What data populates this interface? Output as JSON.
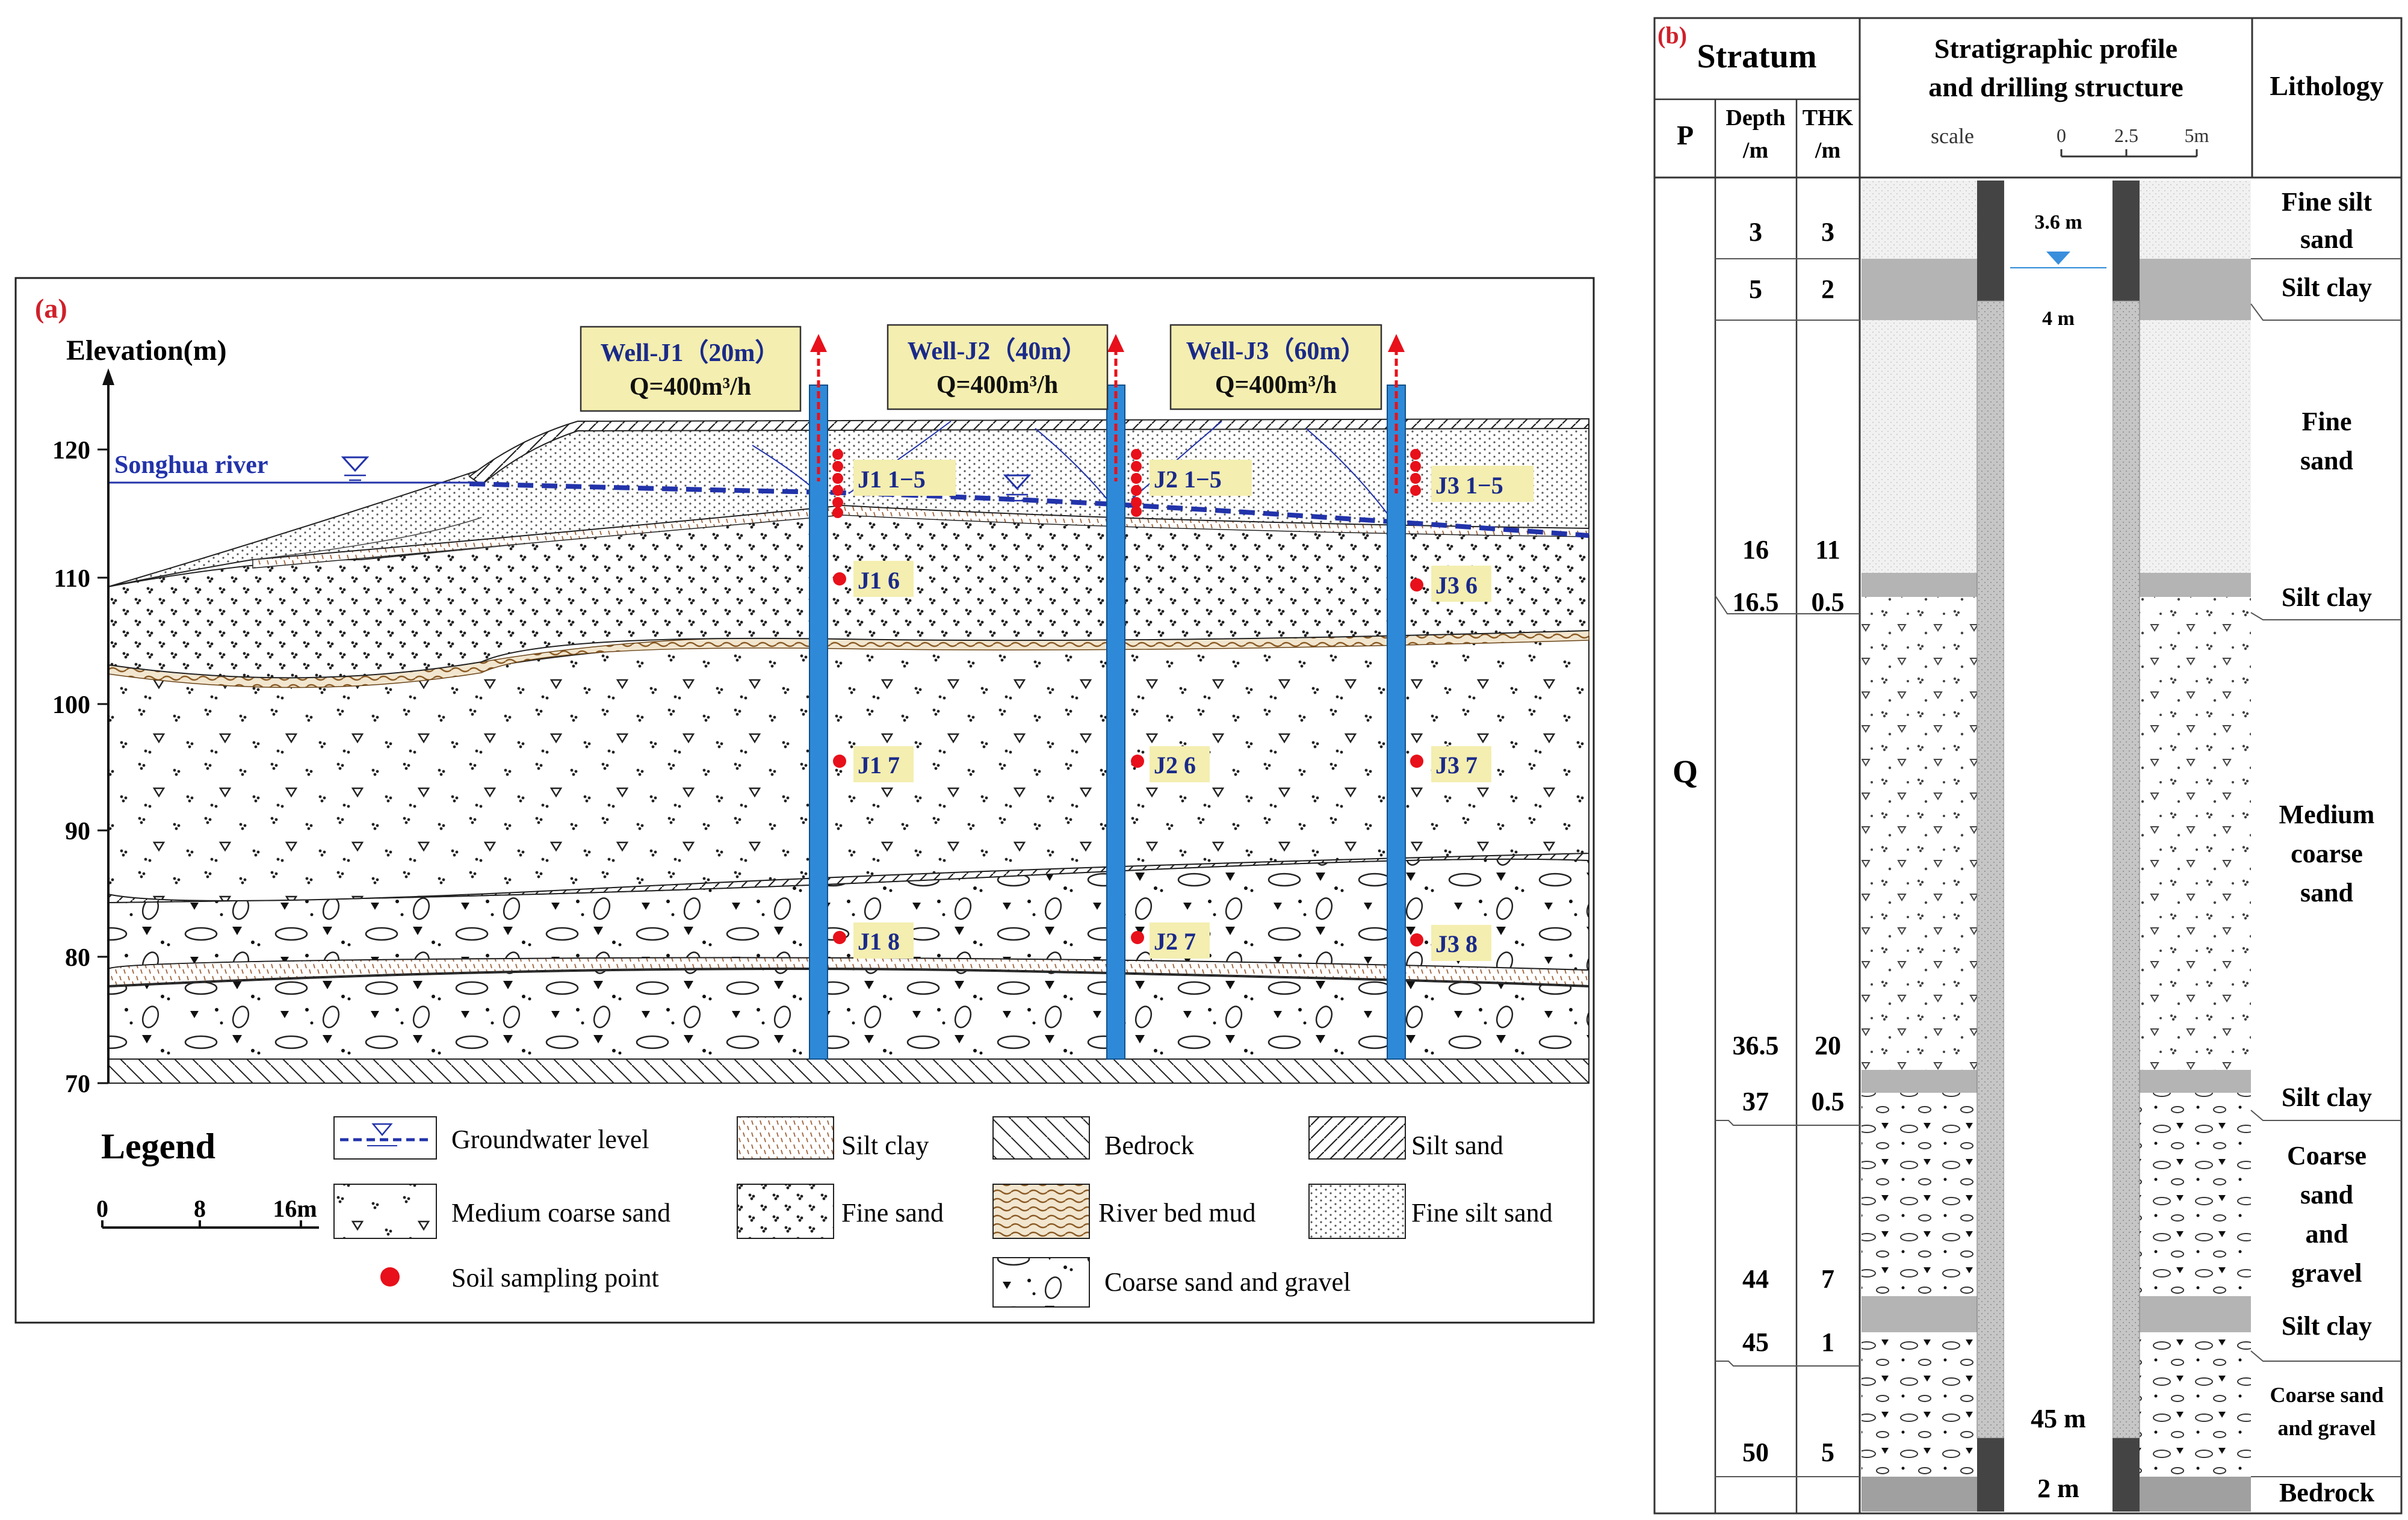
{
  "panel_a": {
    "panel_label": "(a)",
    "axis_title": "Elevation(m)",
    "y_ticks": [
      "120",
      "110",
      "100",
      "90",
      "80",
      "70"
    ],
    "river_label": "Songhua river",
    "wells": [
      {
        "name": "Well-J1（20m）",
        "flow": "Q=400m³/h"
      },
      {
        "name": "Well-J2（40m）",
        "flow": "Q=400m³/h"
      },
      {
        "name": "Well-J3（60m）",
        "flow": "Q=400m³/h"
      }
    ],
    "sample_labels": [
      "J1 1−5",
      "J1 6",
      "J1 7",
      "J1 8",
      "J2 1−5",
      "J2 6",
      "J2 7",
      "J3 1−5",
      "J3 6",
      "J3 7",
      "J3 8"
    ],
    "legend": {
      "title": "Legend",
      "scale_ticks": [
        "0",
        "8",
        "16m"
      ],
      "items": [
        {
          "key": "groundwater-level",
          "label": "Groundwater level"
        },
        {
          "key": "silt-clay",
          "label": "Silt clay"
        },
        {
          "key": "bedrock",
          "label": "Bedrock"
        },
        {
          "key": "silt-sand",
          "label": "Silt sand"
        },
        {
          "key": "medium-coarse-sand",
          "label": "Medium coarse sand"
        },
        {
          "key": "fine-sand",
          "label": "Fine  sand"
        },
        {
          "key": "river-bed-mud",
          "label": "River bed mud"
        },
        {
          "key": "fine-silt-sand",
          "label": "Fine silt sand"
        },
        {
          "key": "soil-sampling-point",
          "label": "Soil sampling point"
        },
        {
          "key": "coarse-sand-gravel",
          "label": "Coarse sand and gravel"
        }
      ]
    }
  },
  "panel_b": {
    "panel_label": "(b)",
    "header": {
      "stratum": "Stratum",
      "p": "P",
      "depth": "Depth",
      "depth_unit": "/m",
      "thk": "THK",
      "thk_unit": "/m",
      "profile": [
        "Stratigraphic profile",
        "and drilling structure"
      ],
      "lithology": "Lithology",
      "scale_label": "scale",
      "scale_ticks": [
        "0",
        "2.5",
        "5m"
      ]
    },
    "period": "Q",
    "layers": [
      {
        "depth": "3",
        "thk": "3",
        "lith": [
          "Fine silt",
          "sand"
        ]
      },
      {
        "depth": "5",
        "thk": "2",
        "lith": [
          "Silt clay"
        ]
      },
      {
        "depth": "16",
        "thk": "11",
        "lith": [
          "Fine",
          "sand"
        ]
      },
      {
        "depth": "16.5",
        "thk": "0.5",
        "lith": [
          "Silt clay"
        ]
      },
      {
        "depth": "36.5",
        "thk": "20",
        "lith": [
          "Medium",
          "coarse",
          "sand"
        ]
      },
      {
        "depth": "37",
        "thk": "0.5",
        "lith": [
          "Silt clay"
        ]
      },
      {
        "depth": "44",
        "thk": "7",
        "lith": [
          "Coarse",
          "sand",
          "and",
          "gravel"
        ]
      },
      {
        "depth": "45",
        "thk": "1",
        "lith": [
          "Silt clay"
        ]
      },
      {
        "depth": "50",
        "thk": "5",
        "lith": [
          "Coarse sand",
          "and gravel"
        ]
      },
      {
        "depth": "",
        "thk": "",
        "lith": [
          "Bedrock"
        ]
      }
    ],
    "well_labels": {
      "water_level": "3.6 m",
      "casing_top": "4 m",
      "screen": "45 m",
      "bottom": "2 m"
    }
  },
  "colors": {
    "water_blue": "#2233aa",
    "well_blue": "#2e8ad8",
    "sample_red": "#e8101a",
    "label_yellow": "#f4eeb0",
    "panel_red": "#d0202a",
    "silt_clay_gray": "#b4b4b4",
    "fine_silt_gray": "#ececec"
  }
}
